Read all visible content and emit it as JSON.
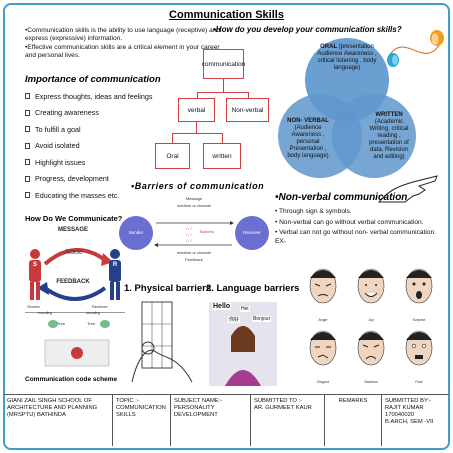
{
  "title": "Communication Skills",
  "intro": [
    "•Communication skills is the ability to use language (receptive) and express (expressive) information.",
    "•Effective communication skills are a critical element in your career and personal lives."
  ],
  "importance": {
    "title": "Importance of communication",
    "items": [
      "Express thoughts, ideas and feelings",
      "Creating awareness",
      "To fulfill a goal",
      "Avoid isolated",
      "Highlight issues",
      "Progress, development",
      "Educating the masses etc."
    ]
  },
  "develop_title": "•How do you develop your communication skills?",
  "tree": {
    "root": "communication",
    "verbal": "verbal",
    "nonverbal": "Non-verbal",
    "oral": "Oral",
    "written": "written"
  },
  "venn": {
    "oral_title": "ORAL",
    "oral_text": "(presentation Audience Awareness , critical listening , body language)",
    "nonverbal_title": "NON- VERBAL",
    "nonverbal_text": "(Audience Awareness , personal Presentation , body language)",
    "written_title": "WRITTEN",
    "written_text": "(Academic Writing, critical reading , presentation of data, Revision and editing)"
  },
  "barriers_title": "•Barriers of communication",
  "barrier_diagram": {
    "sender": "Sender",
    "receiver": "Receiver",
    "message": "Message",
    "channel_top": "medium or channel",
    "barriers": "Barriers",
    "channel_bottom": "medium or channel",
    "feedback": "Feedback"
  },
  "nonverbal": {
    "title": "•Non-verbal communication",
    "items": [
      "• Through sign & symbols.",
      "• Non-verbal can go without verbal communication.",
      "• Verbal can not go without non- verbal communication. EX-"
    ]
  },
  "how_title": "How Do We Communicate?",
  "scheme": {
    "message": "MESSAGE",
    "noise": "Noise",
    "feedback": "FEEDBACK",
    "sender": "Sender",
    "receiver": "Receiver",
    "encoding": "encoding",
    "decoding": "decoding",
    "tree1": "Tree",
    "tree2": "Tree",
    "s": "S",
    "r": "R",
    "caption": "Communication code scheme"
  },
  "barriers_types": {
    "physical": "1. Physical barriers",
    "language": "2. Language barriers"
  },
  "speech_bubbles": {
    "hello": "Hello",
    "hei": "Hei",
    "nihao": "你好",
    "bonjour": "Bonjour"
  },
  "faces": [
    "Anger",
    "Joy",
    "Surprise",
    "Disgust",
    "Sadness",
    "Fear"
  ],
  "footer": {
    "institution": "GIANI ZAIL SINGH  SCHOOL OF ARCHITECTURE  AND PLANNING (MRSPTU) BATHINDA",
    "topic_label": "TOPIC :-",
    "topic": "COMMUNICATION SKILLS",
    "subject_label": "SUBJECT NAME:-",
    "subject": "PERSONALITY DEVELOPMENT",
    "submitted_to_label": "SUBMITTED TO :-",
    "submitted_to": "AR. GURMEET KAUR",
    "remarks": "REMARKS",
    "submitted_by_label": "SUBMITTED BY:-",
    "submitted_by_name": "RAJIT KUMAR",
    "roll": "170040020",
    "course": "B.ARCH, SEM -VII"
  },
  "colors": {
    "frame": "#3f9fc6",
    "tree_border": "#d04040",
    "venn_blue": "#5f97cd",
    "sender_red": "#c8393b",
    "receiver_blue": "#27408b"
  }
}
